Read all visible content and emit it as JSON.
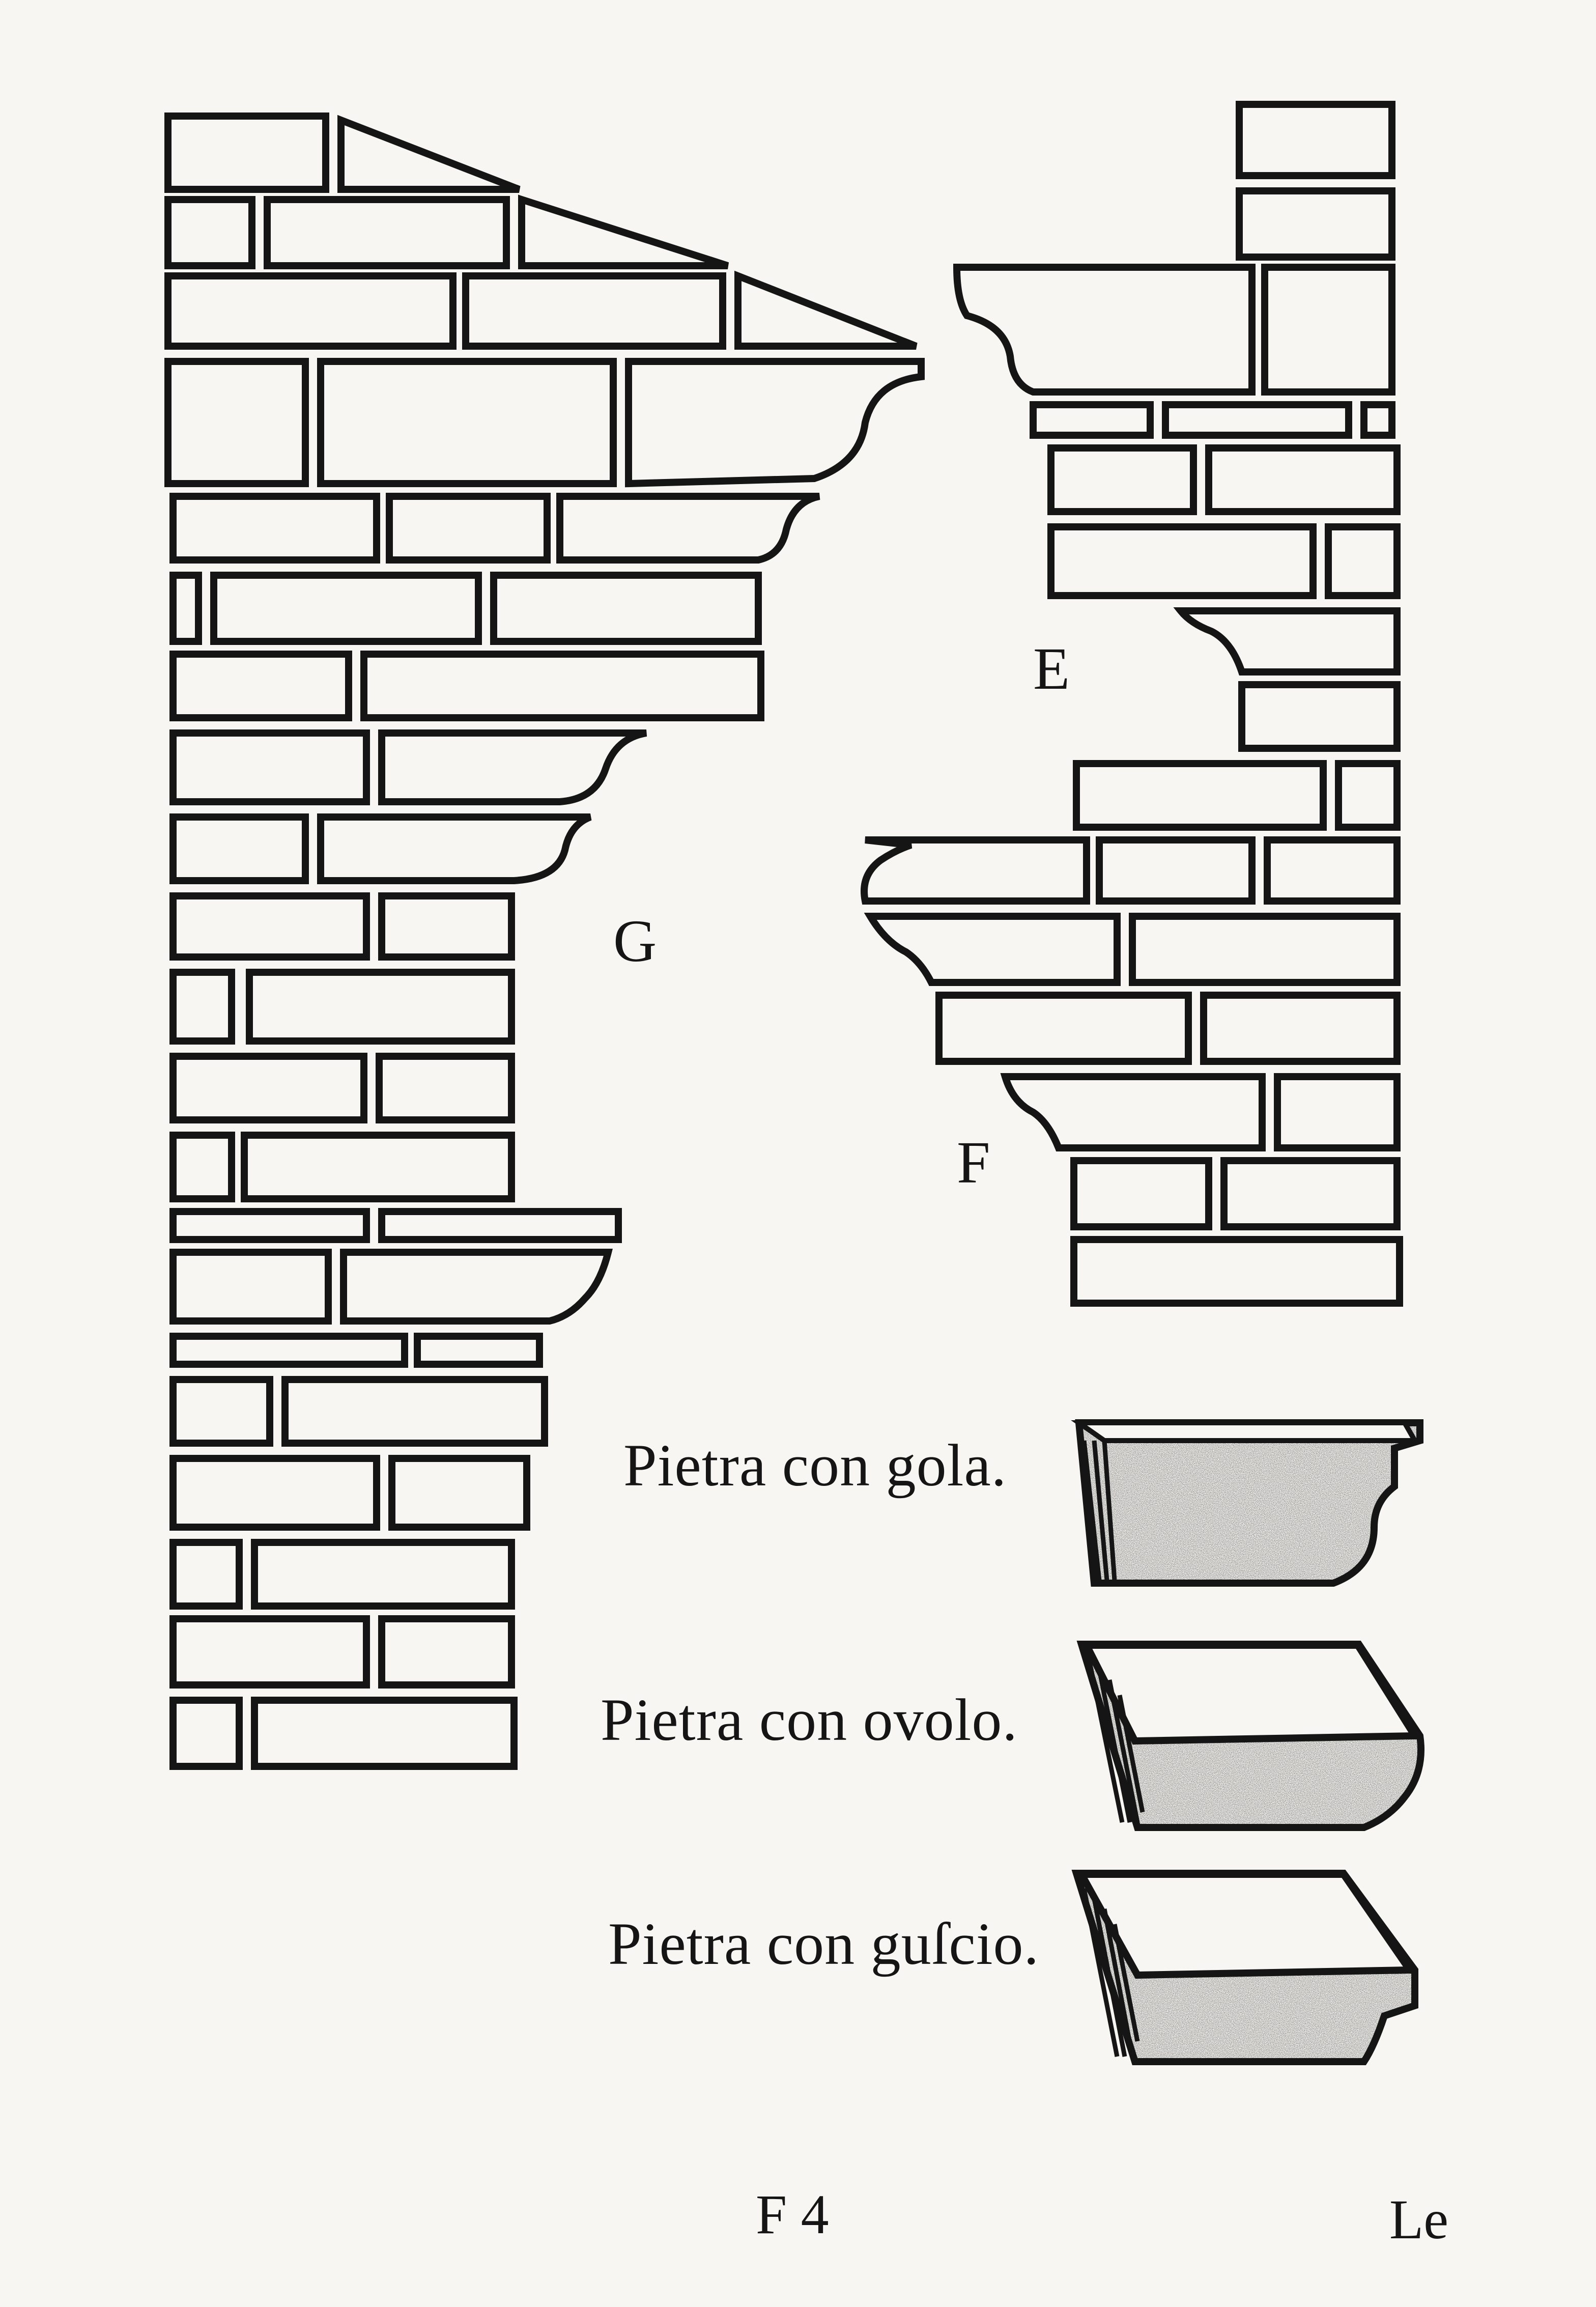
{
  "page": {
    "ink_color": "#151515",
    "paper_color": "#f7f6f2"
  },
  "figure_labels": {
    "g": "G",
    "e": "E",
    "f": "F"
  },
  "stone_captions": [
    {
      "text": "Pietra con gola.",
      "profile": "gola"
    },
    {
      "text": "Pietra con ovolo.",
      "profile": "ovolo"
    },
    {
      "text": "Pietra con guſcio.",
      "profile": "guscio"
    }
  ],
  "footer": {
    "signature": "F 4",
    "catchword": "Le"
  }
}
